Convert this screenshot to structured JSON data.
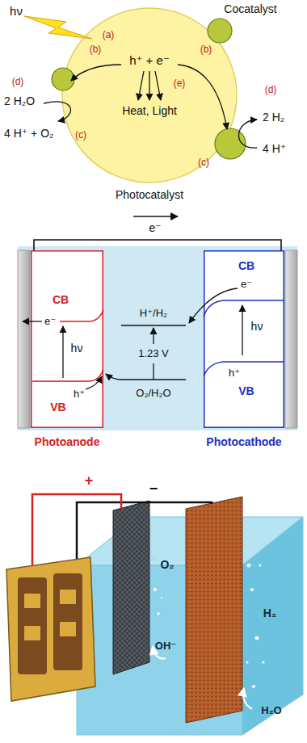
{
  "diagram": {
    "nodes": [
      {
        "text": [
          "h⁺ + e⁻",
          "(e)",
          "Heat, Light",
          "Photocatalyst"
        ]
      },
      {
        "text": [
          "CB",
          "e⁻",
          "hν",
          "VB",
          "h⁺",
          "Photoanode"
        ]
      },
      {
        "text": [
          "H⁺/H₂",
          "1.23 V",
          "O₂/H₂O"
        ]
      },
      {
        "text": [
          "CB",
          "e⁻",
          "hν",
          "h⁺",
          "VB",
          "Photocathode"
        ]
      }
    ],
    "edges": [
      {
        "from": 1,
        "to": 3,
        "arrow": "none"
      }
    ],
    "labels": [
      "hν",
      "Cocatalyst",
      "(a)",
      "(b)",
      "(b)",
      "(d)",
      "(d)",
      "2 H₂O",
      "4 H⁺ + O₂",
      "(c)",
      "(c)",
      "2 H₂",
      "4 H⁺",
      "e⁻",
      "+",
      "−",
      "O₂",
      "OH⁻",
      "H₂",
      "H₂O"
    ]
  }
}
